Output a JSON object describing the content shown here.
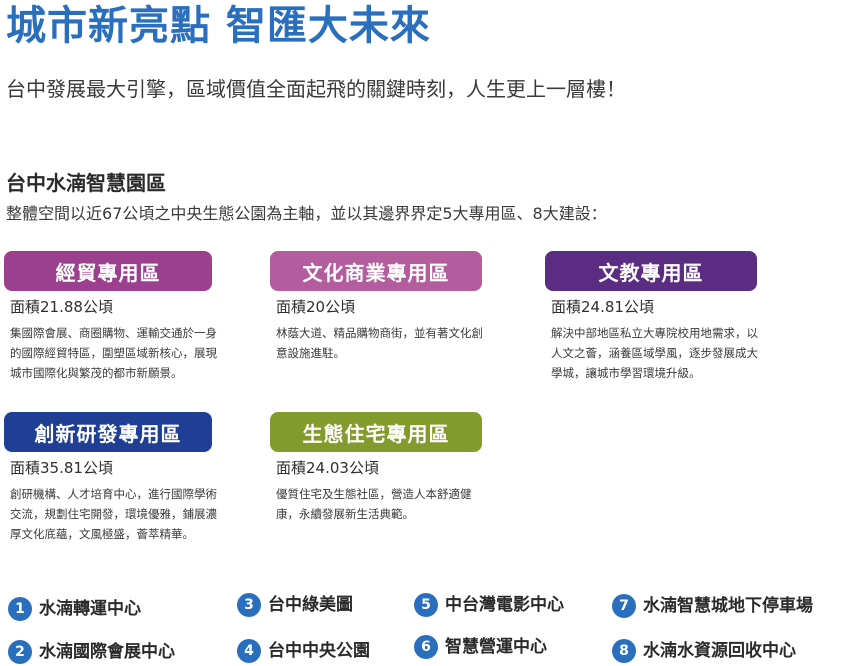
{
  "header": {
    "title": "城市新亮點  智匯大未來",
    "subtitle": "台中發展最大引擎，區域價值全面起飛的關鍵時刻，人生更上一層樓！"
  },
  "section": {
    "title": "台中水湳智慧園區",
    "description": "整體空間以近67公頃之中央生態公園為主軸，並以其邊界界定5大專用區、8大建設："
  },
  "zones": [
    {
      "name": "經貿專用區",
      "area": "面積21.88公頃",
      "description": "集國際會展、商圈購物、運輸交通於一身的國際經貿特區，圍塑區域新核心，展現城市國際化與繁茂的都市新願景。",
      "color": "#9c3f8e"
    },
    {
      "name": "文化商業專用區",
      "area": "面積20公頃",
      "description": "林蔭大道、精品購物商街，並有著文化創意設施進駐。",
      "color": "#b35c9e"
    },
    {
      "name": "文教專用區",
      "area": "面積24.81公頃",
      "description": "解決中部地區私立大專院校用地需求，以人文之薈，涵養區域學風，逐步發展成大學城，讓城市學習環境升級。",
      "color": "#5a2d82"
    },
    {
      "name": "創新研發專用區",
      "area": "面積35.81公頃",
      "description": "創研機構、人才培育中心，進行國際學術交流，規劃住宅開發，環境優雅，鋪展濃厚文化底蘊，文風極盛，薈萃精華。",
      "color": "#1f3f95"
    },
    {
      "name": "生態住宅專用區",
      "area": "面積24.03公頃",
      "description": "優質住宅及生態社區，營造人本舒適健康，永續發展新生活典範。",
      "color": "#839a2c"
    }
  ],
  "landmarks": [
    {
      "number": "1",
      "label": "水湳轉運中心"
    },
    {
      "number": "2",
      "label": "水湳國際會展中心"
    },
    {
      "number": "3",
      "label": "台中綠美圖"
    },
    {
      "number": "4",
      "label": "台中中央公園"
    },
    {
      "number": "5",
      "label": "中台灣電影中心"
    },
    {
      "number": "6",
      "label": "智慧營運中心"
    },
    {
      "number": "7",
      "label": "水湳智慧城地下停車場"
    },
    {
      "number": "8",
      "label": "水湳水資源回收中心"
    }
  ],
  "colors": {
    "title": "#2a6fbe",
    "number_icon": "#2a6fbe"
  }
}
